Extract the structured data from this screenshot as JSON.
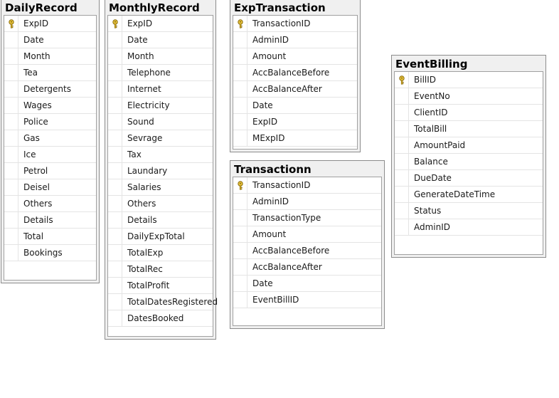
{
  "tables": [
    {
      "name": "DailyRecord",
      "key_icon": "key-icon",
      "columns": [
        "ExpID",
        "Date",
        "Month",
        "Tea",
        "Detergents",
        "Wages",
        "Police",
        "Gas",
        "Ice",
        "Petrol",
        "Deisel",
        "Others",
        "Details",
        "Total",
        "Bookings"
      ]
    },
    {
      "name": "MonthlyRecord",
      "key_icon": "key-icon",
      "columns": [
        "ExpID",
        "Date",
        "Month",
        "Telephone",
        "Internet",
        "Electricity",
        "Sound",
        "Sevrage",
        "Tax",
        "Laundary",
        "Salaries",
        "Others",
        "Details",
        "DailyExpTotal",
        "TotalExp",
        "TotalRec",
        "TotalProfit",
        "TotalDatesRegistered",
        "DatesBooked"
      ]
    },
    {
      "name": "ExpTransaction",
      "key_icon": "key-icon",
      "columns": [
        "TransactionID",
        "AdminID",
        "Amount",
        "AccBalanceBefore",
        "AccBalanceAfter",
        "Date",
        "ExpID",
        "MExpID"
      ]
    },
    {
      "name": "Transactionn",
      "key_icon": "key-icon",
      "columns": [
        "TransactionID",
        "AdminID",
        "TransactionType",
        "Amount",
        "AccBalanceBefore",
        "AccBalanceAfter",
        "Date",
        "EventBillID"
      ]
    },
    {
      "name": "EventBilling",
      "key_icon": "key-icon",
      "columns": [
        "BillID",
        "EventNo",
        "ClientID",
        "TotalBill",
        "AmountPaid",
        "Balance",
        "DueDate",
        "GenerateDateTime",
        "Status",
        "AdminID"
      ]
    }
  ]
}
